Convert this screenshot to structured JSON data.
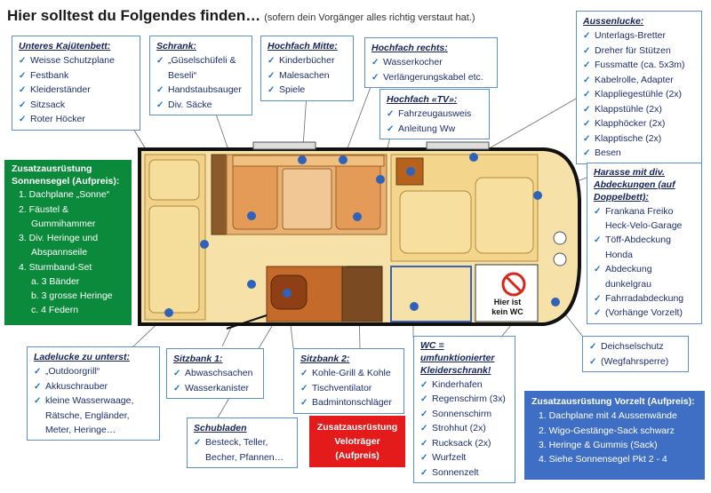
{
  "header": {
    "title": "Hier solltest du Folgendes finden…",
    "subtitle": "(sofern dein Vorgänger alles richtig verstaut hat.)"
  },
  "boxes": {
    "kajuetenbett": {
      "title": "Unteres Kajütenbett:",
      "items": [
        "Weisse Schutzplane",
        "Festbank",
        "Kleiderständer",
        "Sitzsack",
        "Roter Höcker"
      ]
    },
    "schrank": {
      "title": "Schrank:",
      "items": [
        "„Güselschüfeli &",
        "Beseli“",
        "Handstaubsauger",
        "Div. Säcke"
      ]
    },
    "hochfach_mitte": {
      "title": "Hochfach Mitte:",
      "items": [
        "Kinderbücher",
        "Malesachen",
        "Spiele"
      ]
    },
    "hochfach_rechts": {
      "title": "Hochfach rechts:",
      "items": [
        "Wasserkocher",
        "Verlängerungskabel etc."
      ]
    },
    "hochfach_tv": {
      "title": "Hochfach «TV»:",
      "items": [
        "Fahrzeugausweis",
        "Anleitung Ww"
      ]
    },
    "aussenlucke": {
      "title": "Aussenlucke:",
      "items": [
        "Unterlags-Bretter",
        "Dreher für Stützen",
        "Fussmatte (ca. 5x3m)",
        "Kabelrolle, Adapter",
        "Klappliegestühle (2x)",
        "Klappstühle (2x)",
        "Klapphöcker (2x)",
        "Klapptische (2x)",
        "Besen"
      ]
    },
    "sonnensegel": {
      "title1": "Zusatzausrüstung",
      "title2": "Sonnensegel (Aufpreis):",
      "items": [
        "1.  Dachplane „Sonne“",
        "2.  Fäustel &",
        "Gummihammer",
        "3.  Div. Heringe und",
        "Abspannseile",
        "4.  Sturmband-Set"
      ],
      "sub": [
        "a.  3 Bänder",
        "b.  3 grosse Heringe",
        "c.  4 Federn"
      ]
    },
    "harasse": {
      "title": "Harasse mit div. Abdeckungen (auf Doppelbett):",
      "items": [
        "Frankana Freiko",
        "Heck-Velo-Garage",
        "Töff-Abdeckung",
        "Honda",
        "Abdeckung",
        "dunkelgrau",
        "Fahrradabdeckung",
        "(Vorhänge Vorzelt)"
      ]
    },
    "deichsel": {
      "items": [
        "Deichselschutz",
        "(Wegfahrsperre)"
      ]
    },
    "ladelucke": {
      "title": "Ladelucke zu unterst:",
      "items": [
        "„Outdoorgrill“",
        "Akkuschrauber",
        "kleine Wasserwaage,",
        "Rätsche, Engländer,",
        "Meter, Heringe…"
      ]
    },
    "sitzbank1": {
      "title": "Sitzbank 1:",
      "items": [
        "Abwaschsachen",
        "Wasserkanister"
      ]
    },
    "sitzbank2": {
      "title": "Sitzbank 2:",
      "items": [
        "Kohle-Grill & Kohle",
        "Tischventilator",
        "Badmintonschläger"
      ]
    },
    "wc": {
      "title": "WC = umfunktionierter Kleiderschrank!",
      "items": [
        "Kinderhafen",
        "Regenschirm (3x)",
        "Sonnenschirm",
        "Strohhut (2x)",
        "Rucksack (2x)",
        "Wurfzelt",
        "Sonnenzelt"
      ]
    },
    "schubladen": {
      "title": "Schubladen",
      "items": [
        "Besteck, Teller,",
        "Becher, Pfannen…"
      ]
    },
    "velo": {
      "lines": [
        "Zusatzausrüstung",
        "Veloträger",
        "(Aufpreis)"
      ]
    },
    "vorzelt": {
      "title": "Zusatzausrüstung Vorzelt (Aufpreis):",
      "items": [
        "1.  Dachplane mit 4 Aussenwände",
        "2.  Wigo-Gestänge-Sack schwarz",
        "3.  Heringe & Gummis (Sack)",
        "4.  Siehe Sonnensegel Pkt 2 - 4"
      ]
    }
  },
  "floorplan": {
    "wc_sign_line1": "Hier ist",
    "wc_sign_line2": "kein WC"
  },
  "colors": {
    "box_border": "#5a8fd0",
    "text": "#1d2f6b",
    "green": "#0b8a3c",
    "red": "#e41b1b",
    "blue": "#3f6fc4",
    "marker": "#2f62b8"
  }
}
